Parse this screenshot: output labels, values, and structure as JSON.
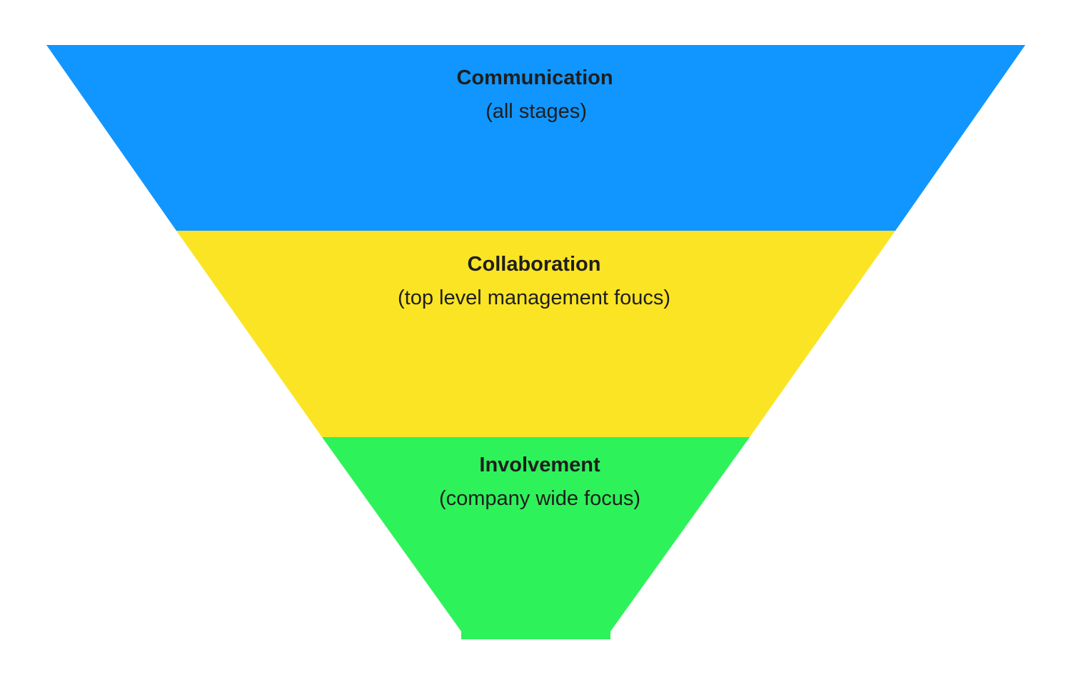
{
  "funnel": {
    "text_color": "#1e1e1e",
    "background": "#ffffff",
    "stages": [
      {
        "title": "Communication",
        "subtitle": "(all stages)",
        "color": "#1196ff"
      },
      {
        "title": "Collaboration",
        "subtitle": "(top level management foucs)",
        "color": "#fbe424"
      },
      {
        "title": "Involvement",
        "subtitle": "(company wide focus)",
        "color": "#2ef25a"
      }
    ]
  }
}
